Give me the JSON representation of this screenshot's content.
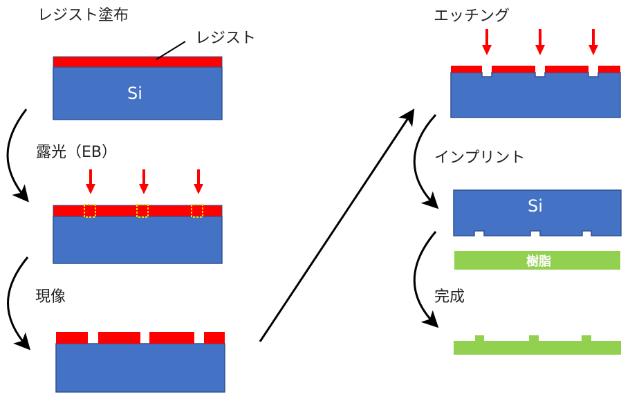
{
  "colors": {
    "silicon": "#4472C4",
    "silicon_border": "#2F528F",
    "resist": "#FF0000",
    "resin": "#92D050",
    "exposed_outline": "#FFD700",
    "arrow_red": "#FF0000",
    "arrow_black": "#000000"
  },
  "steps": {
    "coat": "レジスト塗布",
    "expose": "露光（EB）",
    "develop": "現像",
    "etch": "エッチング",
    "imprint": "インプリント",
    "complete": "完成"
  },
  "labels": {
    "resist": "レジスト",
    "si_top": "Si",
    "si_imprint": "Si",
    "resin": "樹脂"
  }
}
